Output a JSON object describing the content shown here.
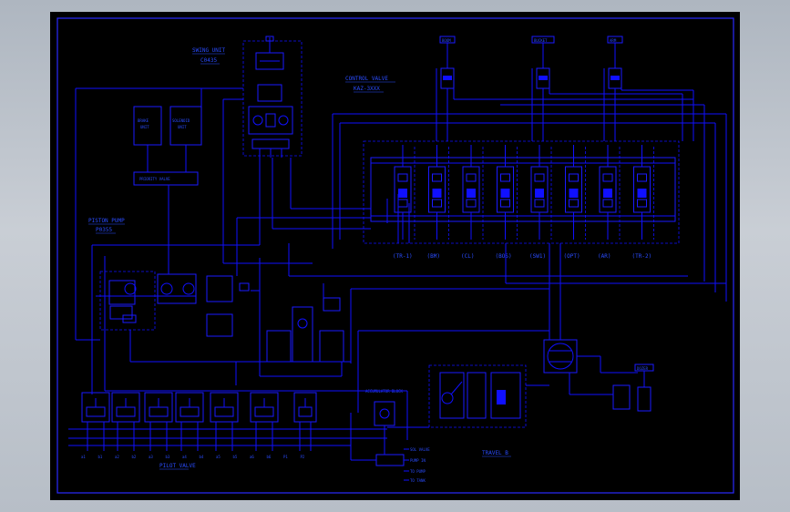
{
  "labels": {
    "swing_unit": "SWING UNIT",
    "swing_unit_sub": "C0435",
    "control_valve": "CONTROL VALVE",
    "control_valve_sub": "KAZ-3XXX",
    "brake_unit": "BRAKE\nUNIT",
    "solenoid_unit": "SOLENOID\nUNIT",
    "priority_valve": "PRIORITY VALVE",
    "piston_pump": "PISTON PUMP",
    "piston_pump_sub": "P0355",
    "pilot_valve": "PILOT VALVE",
    "accumulator": "ACCUMULATOR BLOCK",
    "travel_b": "TRAVEL B",
    "cyl_boom": "BOOM",
    "cyl_bucket": "BUCKET",
    "cyl_arm": "ARM",
    "cyl_right": "DOZER"
  },
  "spool_labels": [
    "(TR-1)",
    "(BM)",
    "(CL)",
    "(BOS)",
    "(SW1)",
    "(OPT)",
    "(AR)",
    "(TR-2)"
  ],
  "port_labels_bottom": [
    "a1",
    "b1",
    "a2",
    "b2",
    "a3",
    "b3",
    "a4",
    "b4",
    "a5",
    "b5",
    "a6",
    "b6",
    "P1",
    "P2"
  ],
  "accum_tags": [
    "SOL VALVE",
    "PUMP IN",
    "TO PUMP",
    "TO TANK"
  ]
}
